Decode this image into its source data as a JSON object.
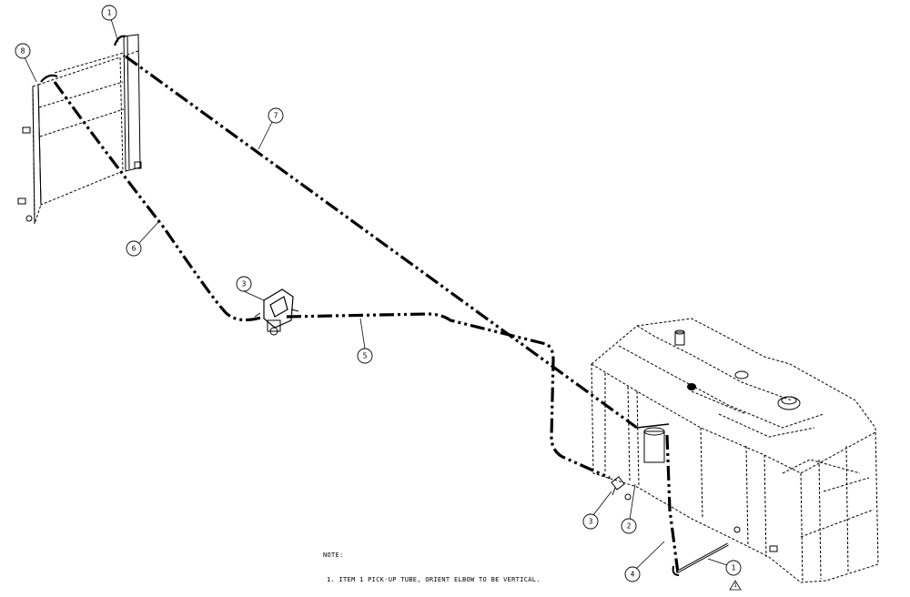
{
  "note": {
    "heading": "NOTE:",
    "line1": "1. ITEM 1 PICK-UP TUBE, ORIENT ELBOW TO BE VERTICAL."
  },
  "callouts": {
    "radiator_top_fitting": "1",
    "radiator_left_fitting": "8",
    "hose_to_tank_return": "7",
    "hose_radiator_to_filter": "6",
    "filter_head": "3",
    "hose_filter_to_tank": "5",
    "tank_fitting_elbow": "3",
    "tank_fitting_port": "2",
    "pickup_line": "4",
    "pickup_tube": "1",
    "note_flag": "1"
  }
}
